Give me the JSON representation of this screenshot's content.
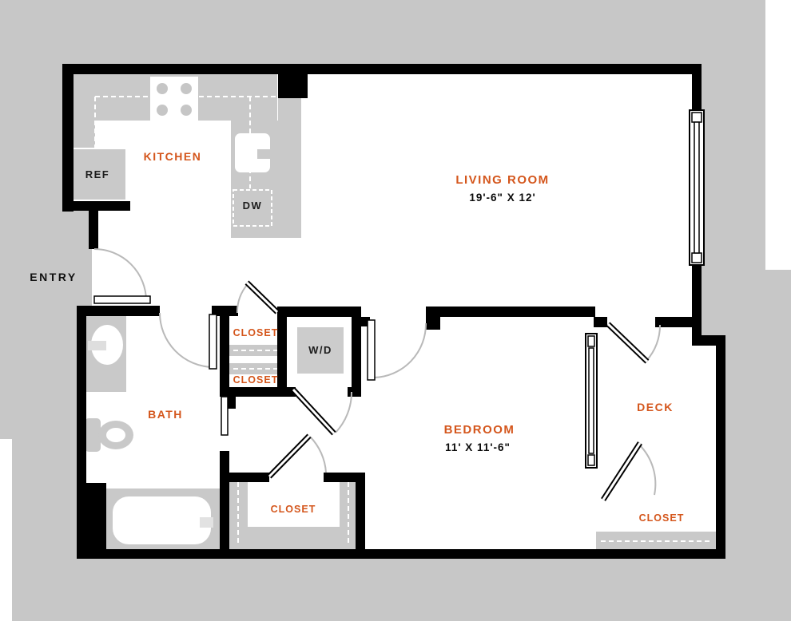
{
  "plan": {
    "rooms": {
      "kitchen": {
        "label": "KITCHEN"
      },
      "living_room": {
        "label": "LIVING ROOM",
        "dimensions": "19'-6\" X 12'"
      },
      "entry": {
        "label": "ENTRY"
      },
      "bath": {
        "label": "BATH"
      },
      "bedroom": {
        "label": "BEDROOM",
        "dimensions": "11' X 11'-6\""
      },
      "deck": {
        "label": "DECK"
      },
      "closet_hall_top": {
        "label": "CLOSET"
      },
      "closet_hall_bottom": {
        "label": "CLOSET"
      },
      "closet_bath": {
        "label": "CLOSET"
      },
      "closet_deck": {
        "label": "CLOSET"
      }
    },
    "appliances": {
      "refrigerator": {
        "label": "REF"
      },
      "dishwasher": {
        "label": "DW"
      },
      "washer_dryer": {
        "label": "W/D"
      }
    },
    "colors": {
      "accent_orange": "#d4561c",
      "exterior_gray": "#c7c7c7",
      "fixture_gray": "#c9c9c9",
      "wall_black": "#000000",
      "door_arc_gray": "#b9b9b9",
      "text_dark": "#111111"
    }
  }
}
